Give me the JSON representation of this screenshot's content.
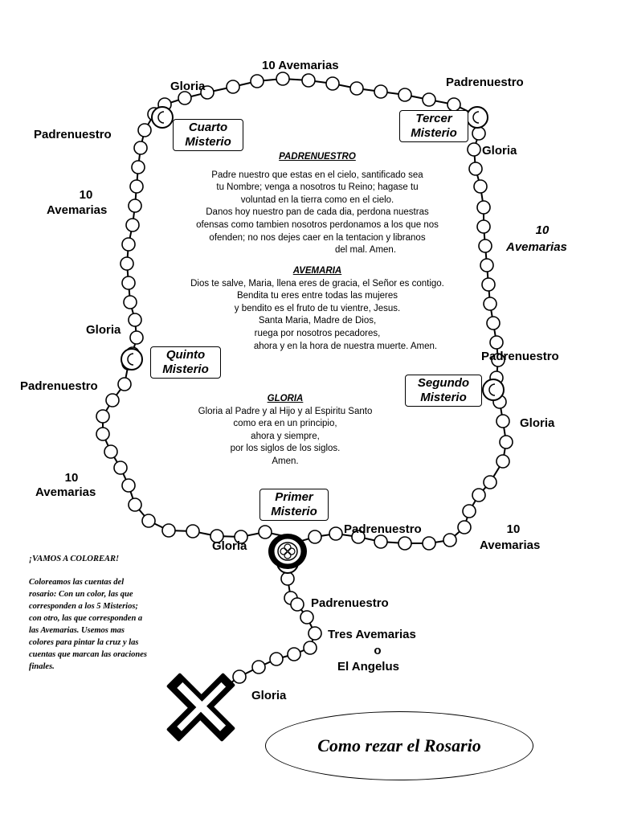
{
  "labels": {
    "top_avemarias": "10 Avemarias",
    "gloria_top_left": "Gloria",
    "padre_top_right": "Padrenuestro",
    "padre_upper_left": "Padrenuestro",
    "gloria_upper_right": "Gloria",
    "avemarias_left_num": "10",
    "avemarias_left": "Avemarias",
    "avemarias_right_num": "10",
    "avemarias_right": "Avemarias",
    "gloria_mid_left": "Gloria",
    "padre_mid_right": "Padrenuestro",
    "padre_lower_left": "Padrenuestro",
    "gloria_lower_right": "Gloria",
    "avemarias_bottom_left_num": "10",
    "avemarias_bottom_left": "Avemarias",
    "padre_bottom_center": "Padrenuestro",
    "avemarias_bottom_right_num": "10",
    "avemarias_bottom_right": "Avemarias",
    "gloria_bottom": "Gloria",
    "padre_pendant": "Padrenuestro",
    "tres_avemarias": "Tres Avemarias",
    "o": "o",
    "el_angelus": "El Angelus",
    "gloria_cross": "Gloria"
  },
  "misterios": {
    "cuarto": [
      "Cuarto",
      "Misterio"
    ],
    "tercer": [
      "Tercer",
      "Misterio"
    ],
    "quinto": [
      "Quinto",
      "Misterio"
    ],
    "segundo": [
      "Segundo",
      "Misterio"
    ],
    "primer": [
      "Primer",
      "Misterio"
    ]
  },
  "padrenuestro": {
    "heading": "PADRENUESTRO",
    "lines": [
      "Padre nuestro que estas en el cielo, santificado sea",
      "tu Nombre; venga a nosotros tu Reino; hagase tu",
      "voluntad en la tierra como en el cielo.",
      "Danos hoy nuestro pan de cada dia, perdona nuestras",
      "ofensas como tambien nosotros perdonamos a los que nos",
      "ofenden; no nos dejes caer en la tentacion y libranos",
      "del mal. Amen."
    ]
  },
  "avemaria": {
    "heading": "AVEMARIA",
    "lines": [
      "Dios te salve, Maria, llena eres de gracia, el Señor es contigo.",
      "Bendita tu eres entre todas las mujeres",
      "y bendito es el fruto de tu vientre, Jesus.",
      "Santa Maria, Madre de Dios,",
      "ruega por nosotros pecadores,",
      "ahora y en la hora de nuestra muerte. Amen."
    ]
  },
  "gloria": {
    "heading": "GLORIA",
    "lines": [
      "Gloria al Padre y al Hijo y al Espiritu Santo",
      "como era en un principio,",
      "ahora y siempre,",
      "por los siglos de los siglos.",
      "Amen."
    ]
  },
  "color_note": {
    "title": "¡VAMOS A COLOREAR!",
    "lines": [
      "Coloreamos las cuentas del",
      "rosario: Con un color, las que",
      "corresponden a los 5 Misterios;",
      "con otro, las que corresponden a",
      "las Avemarias. Usemos mas",
      "colores para pintar la cruz y las",
      "cuentas que marcan las oraciones",
      "finales."
    ]
  },
  "title": "Como rezar el Rosario"
}
